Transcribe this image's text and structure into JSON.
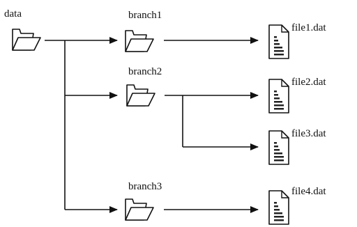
{
  "root": {
    "label": "data"
  },
  "branches": [
    {
      "label": "branch1"
    },
    {
      "label": "branch2"
    },
    {
      "label": "branch3"
    }
  ],
  "files": [
    {
      "label": "file1.dat"
    },
    {
      "label": "file2.dat"
    },
    {
      "label": "file3.dat"
    },
    {
      "label": "file4.dat"
    }
  ],
  "icons": {
    "folder": "folder-icon",
    "file": "data-file-icon"
  },
  "colors": {
    "ink": "#111111",
    "background": "#ffffff"
  }
}
